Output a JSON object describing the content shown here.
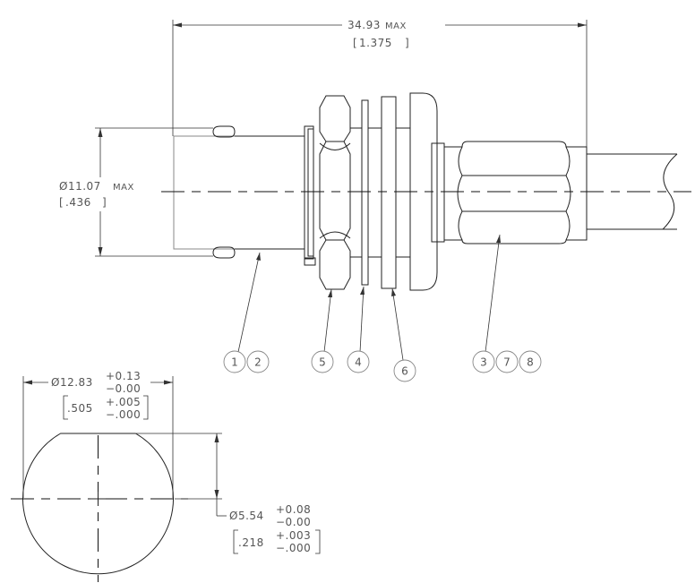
{
  "dimensions": {
    "overall_length": {
      "value": "34.93",
      "suffix": "MAX",
      "inch": "1.375"
    },
    "body_diameter": {
      "value": "Ø11.07",
      "suffix": "MAX",
      "inch": ".436"
    },
    "panel_cutout_width": {
      "value": "Ø12.83",
      "tol_plus": "+0.13",
      "tol_minus": "−0.00",
      "inch": ".505",
      "inch_tol_plus": "+.005",
      "inch_tol_minus": "−.000"
    },
    "panel_cutout_flat": {
      "value": "Ø5.54",
      "tol_plus": "+0.08",
      "tol_minus": "−0.00",
      "inch": ".218",
      "inch_tol_plus": "+.003",
      "inch_tol_minus": "−.000"
    }
  },
  "callouts": [
    {
      "group": "body",
      "numbers": [
        "1",
        "2"
      ]
    },
    {
      "group": "nut",
      "numbers": [
        "5"
      ]
    },
    {
      "group": "washer-thin",
      "numbers": [
        "4"
      ]
    },
    {
      "group": "washer-thick",
      "numbers": [
        "6"
      ]
    },
    {
      "group": "crimp-sleeve",
      "numbers": [
        "3",
        "7",
        "8"
      ]
    }
  ]
}
